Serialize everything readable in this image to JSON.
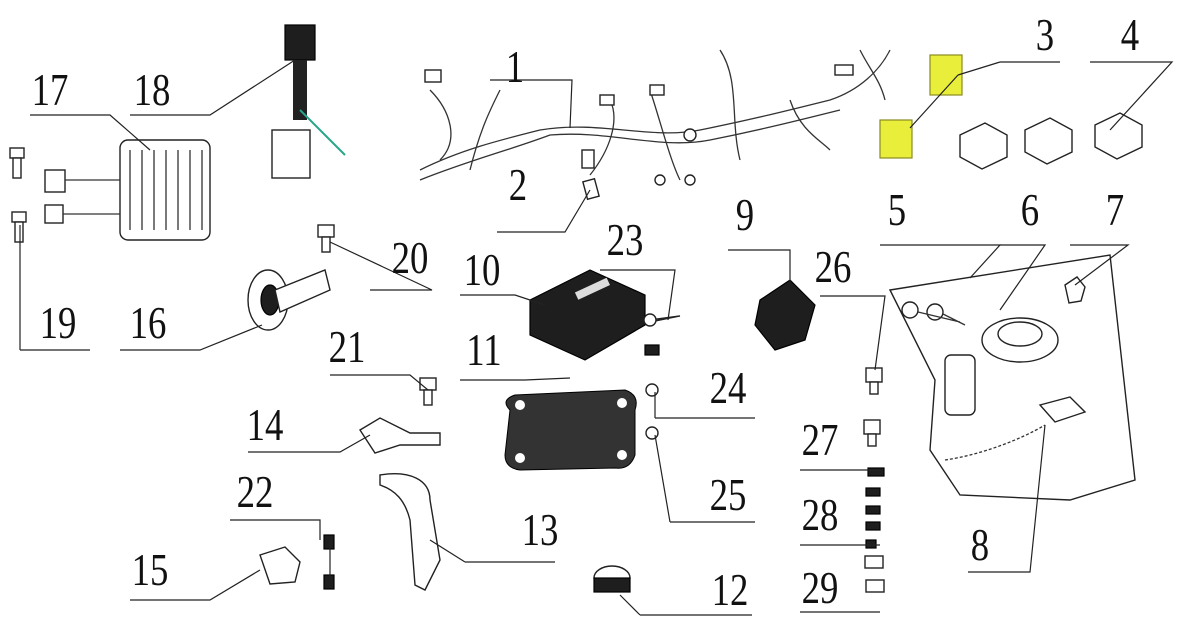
{
  "diagram": {
    "type": "exploded-parts-diagram",
    "callouts": [
      "1",
      "2",
      "3",
      "4",
      "5",
      "6",
      "7",
      "8",
      "9",
      "10",
      "11",
      "12",
      "13",
      "14",
      "15",
      "16",
      "17",
      "18",
      "19",
      "20",
      "21",
      "22",
      "23",
      "24",
      "25",
      "26",
      "27",
      "28",
      "29"
    ],
    "colors": {
      "fuse": "#e8ee3a",
      "lines": "#222222",
      "dark_parts": "#1e1e1e",
      "wire_accent": "#2aa58a"
    }
  }
}
